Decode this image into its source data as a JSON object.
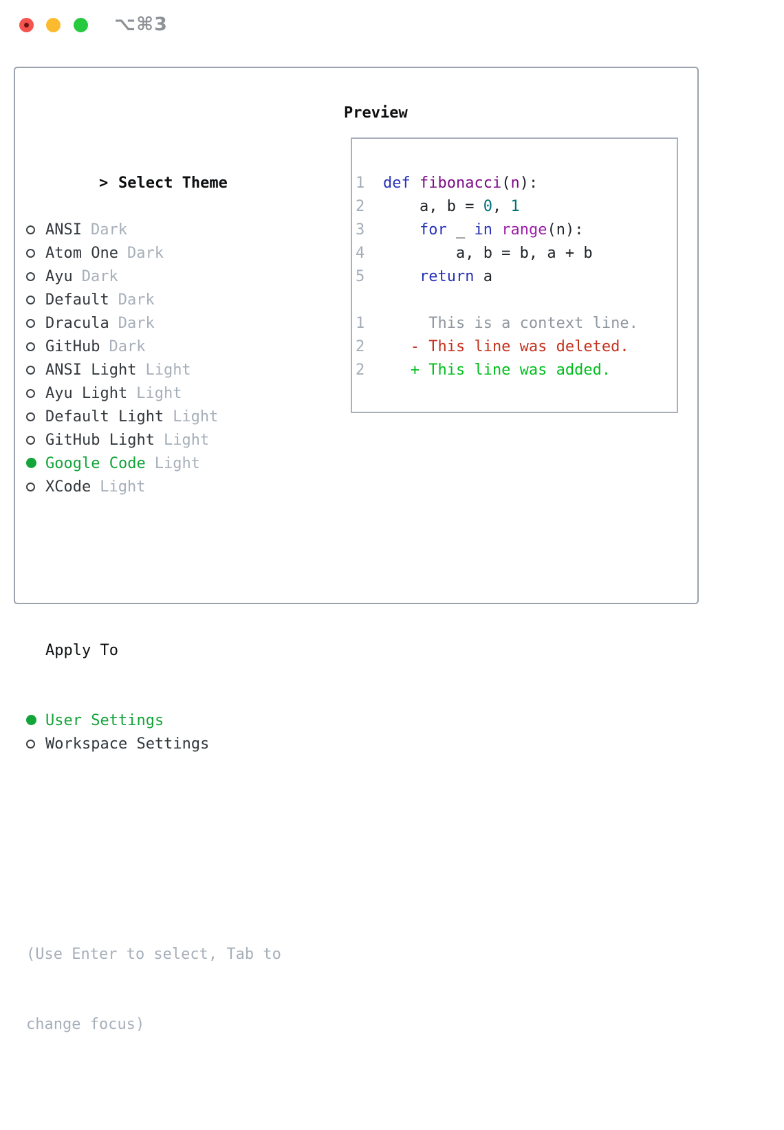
{
  "titlebar": {
    "shortcut": "⌥⌘3",
    "colors": {
      "red": "#f4534e",
      "yellow": "#fcbb2e",
      "green": "#27c93f",
      "shortcut_text": "#8e9297"
    }
  },
  "panel": {
    "header": {
      "marker": ">",
      "label": "Select Theme"
    },
    "themes": [
      {
        "name": "ANSI",
        "tag": "Dark",
        "selected": false
      },
      {
        "name": "Atom One",
        "tag": "Dark",
        "selected": false
      },
      {
        "name": "Ayu",
        "tag": "Dark",
        "selected": false
      },
      {
        "name": "Default",
        "tag": "Dark",
        "selected": false
      },
      {
        "name": "Dracula",
        "tag": "Dark",
        "selected": false
      },
      {
        "name": "GitHub",
        "tag": "Dark",
        "selected": false
      },
      {
        "name": "ANSI Light",
        "tag": "Light",
        "selected": false
      },
      {
        "name": "Ayu Light",
        "tag": "Light",
        "selected": false
      },
      {
        "name": "Default Light",
        "tag": "Light",
        "selected": false
      },
      {
        "name": "GitHub Light",
        "tag": "Light",
        "selected": false
      },
      {
        "name": "Google Code",
        "tag": "Light",
        "selected": true
      },
      {
        "name": "XCode",
        "tag": "Light",
        "selected": false
      }
    ],
    "apply_to": {
      "label": "Apply To",
      "options": [
        {
          "name": "User Settings",
          "selected": true
        },
        {
          "name": "Workspace Settings",
          "selected": false
        }
      ]
    },
    "help": [
      "(Use Enter to select, Tab to",
      "change focus)"
    ]
  },
  "preview": {
    "label": "Preview",
    "code_lines": [
      {
        "num": "1",
        "segments": [
          {
            "text": "def",
            "c": "keyword"
          },
          {
            "text": " ",
            "c": "plain"
          },
          {
            "text": "fibonacci",
            "c": "func"
          },
          {
            "text": "(",
            "c": "plain"
          },
          {
            "text": "n",
            "c": "func"
          },
          {
            "text": "):",
            "c": "plain"
          }
        ]
      },
      {
        "num": "2",
        "segments": [
          {
            "text": "    a, b = ",
            "c": "plain"
          },
          {
            "text": "0",
            "c": "number"
          },
          {
            "text": ", ",
            "c": "plain"
          },
          {
            "text": "1",
            "c": "number"
          }
        ]
      },
      {
        "num": "3",
        "segments": [
          {
            "text": "    ",
            "c": "plain"
          },
          {
            "text": "for",
            "c": "keyword"
          },
          {
            "text": " _ ",
            "c": "plain"
          },
          {
            "text": "in",
            "c": "keyword"
          },
          {
            "text": " ",
            "c": "plain"
          },
          {
            "text": "range",
            "c": "call"
          },
          {
            "text": "(n):",
            "c": "plain"
          }
        ]
      },
      {
        "num": "4",
        "segments": [
          {
            "text": "        a, b = b, a + b",
            "c": "plain"
          }
        ]
      },
      {
        "num": "5",
        "segments": [
          {
            "text": "    ",
            "c": "plain"
          },
          {
            "text": "return",
            "c": "keyword"
          },
          {
            "text": " a",
            "c": "plain"
          }
        ]
      }
    ],
    "diff_lines": [
      {
        "num": "1",
        "segments": [
          {
            "text": "     This is a context line.",
            "c": "context"
          }
        ]
      },
      {
        "num": "2",
        "segments": [
          {
            "text": "   - This line was deleted.",
            "c": "deleted"
          }
        ]
      },
      {
        "num": "2",
        "segments": [
          {
            "text": "   + This line was added.",
            "c": "added"
          }
        ]
      }
    ]
  },
  "colors": {
    "syntax": {
      "keyword": "#2832b8",
      "func": "#7d0c86",
      "call": "#9c1ea6",
      "number": "#00707a",
      "plain": "#202428",
      "context": "#8f969e",
      "deleted": "#c5301d",
      "added": "#00bf1c"
    },
    "line_number": "#a3adb8",
    "list_text": "#33383d",
    "list_tag": "#a6afba",
    "selected_green": "#13a43a",
    "header_text": "#0c0e10",
    "help_text": "#a6afba"
  }
}
